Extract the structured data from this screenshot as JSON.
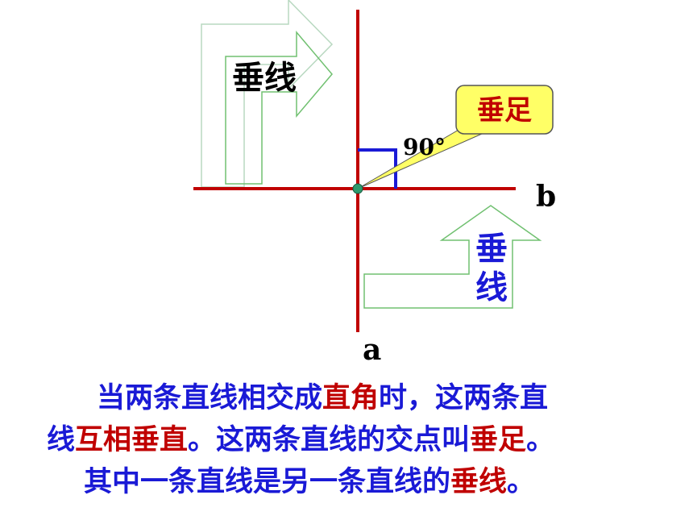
{
  "diagram": {
    "angle_label": "90°",
    "foot_callout": "垂足",
    "label_a": "a",
    "label_b": "b",
    "arrow_left_label": "垂线",
    "arrow_right_char1": "垂",
    "arrow_right_char2": "线",
    "colors": {
      "line_red": "#c00000",
      "right_angle_blue": "#1a1ad6",
      "callout_fill": "#ffff66",
      "callout_text": "#c00000",
      "arrow_stroke": "#70c070",
      "intersection_point": "#2e9a6e"
    }
  },
  "text": {
    "line1": {
      "a": "当两条直线相交成",
      "b": "直角",
      "c": "时，这两条直"
    },
    "line2": {
      "a": "线",
      "b": "互相垂直",
      "c": "。这两条直线的交点叫",
      "d": "垂足",
      "e": "。"
    },
    "line3": {
      "a": "其中一条直线是另一条直线的",
      "b": "垂线",
      "c": "。"
    }
  }
}
